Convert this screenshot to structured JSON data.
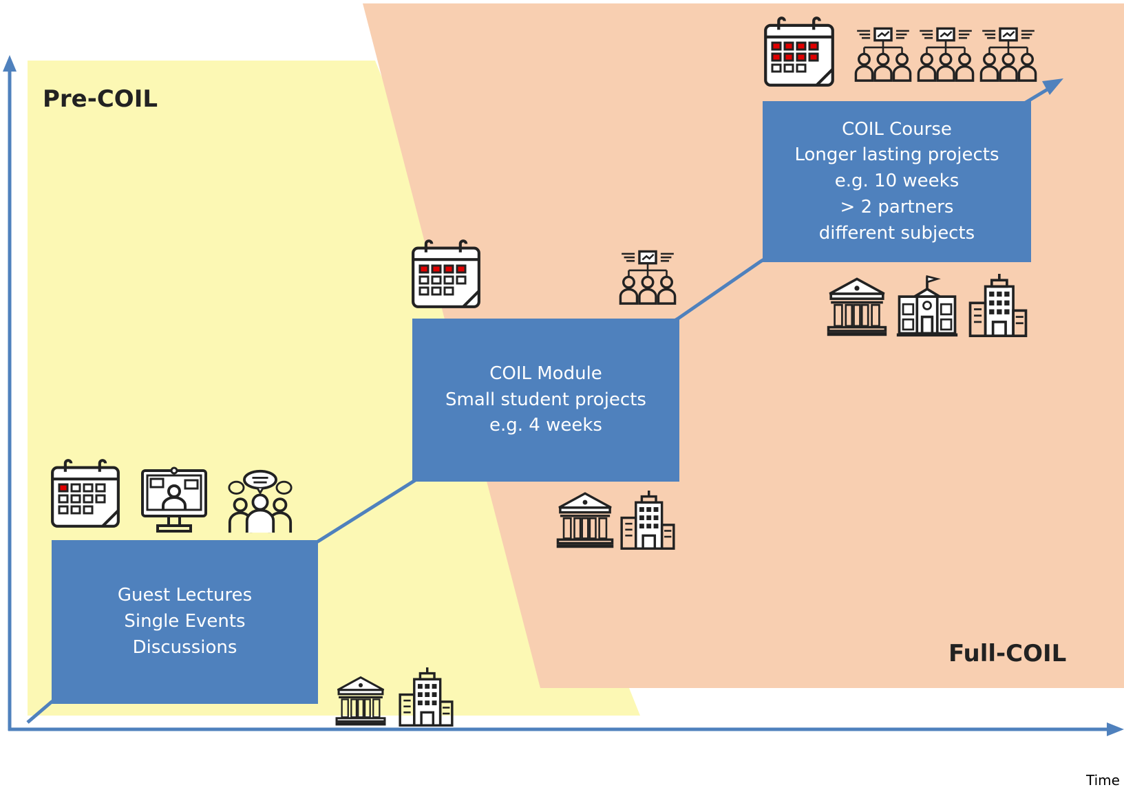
{
  "zones": {
    "pre": "Pre-COIL",
    "full": "Full-COIL"
  },
  "axis": {
    "x_label": "Time"
  },
  "steps": [
    {
      "lines": [
        "Guest Lectures",
        "Single Events",
        "Discussions"
      ],
      "icons": [
        "calendar-icon",
        "video-conference-icon",
        "group-discussion-icon",
        "university-building-icon",
        "office-building-icon"
      ]
    },
    {
      "lines": [
        "COIL Module",
        "Small student projects",
        "e.g. 4 weeks"
      ],
      "icons": [
        "calendar-icon",
        "team-presentation-icon",
        "university-building-icon",
        "office-building-icon"
      ]
    },
    {
      "lines": [
        "COIL Course",
        "Longer lasting projects",
        "e.g. 10 weeks",
        "> 2 partners",
        "different subjects"
      ],
      "icons": [
        "calendar-icon",
        "team-presentation-icon",
        "university-building-icon",
        "school-building-icon",
        "office-building-icon"
      ]
    }
  ],
  "colors": {
    "pre_zone": "#fcf8b4",
    "full_zone": "#f8cfb1",
    "step_box": "#4f81bd",
    "calendar_marked": "#e00000"
  }
}
